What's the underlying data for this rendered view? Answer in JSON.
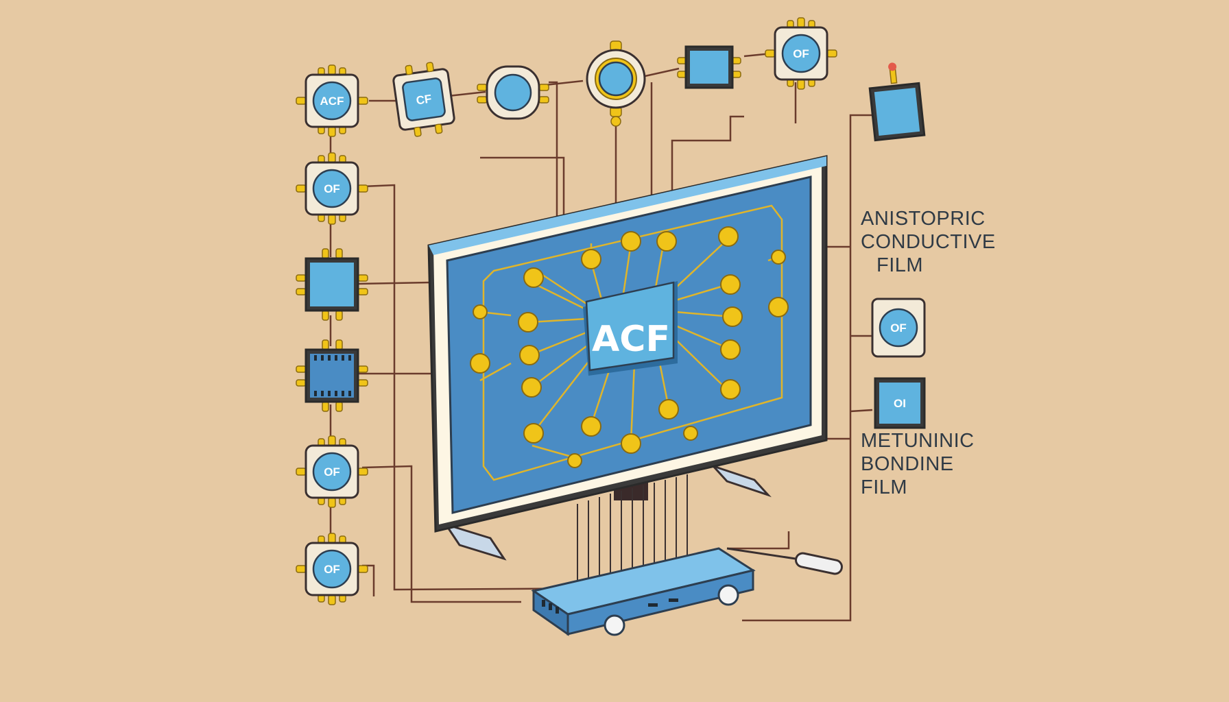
{
  "diagram": {
    "center_chip_label": "ACF",
    "label_top_right": [
      "ANISTOPRIC",
      "CONDUCTIVE",
      "FILM"
    ],
    "label_bottom_right": [
      "METUNINIC",
      "BONDINE",
      "FILM"
    ],
    "chips": {
      "top_1": "ACF",
      "top_2": "CF",
      "top_6": "OF",
      "left_1": "OF",
      "left_5": "OF",
      "left_6": "OF",
      "right_mid": "OF",
      "right_low": "OI"
    }
  },
  "colors": {
    "background": "#e6c9a3",
    "screen": "#4a8cc4",
    "chip": "#5fb3df",
    "gold": "#f0c419",
    "wire": "#6a3b2c",
    "outline": "#3a3030"
  }
}
